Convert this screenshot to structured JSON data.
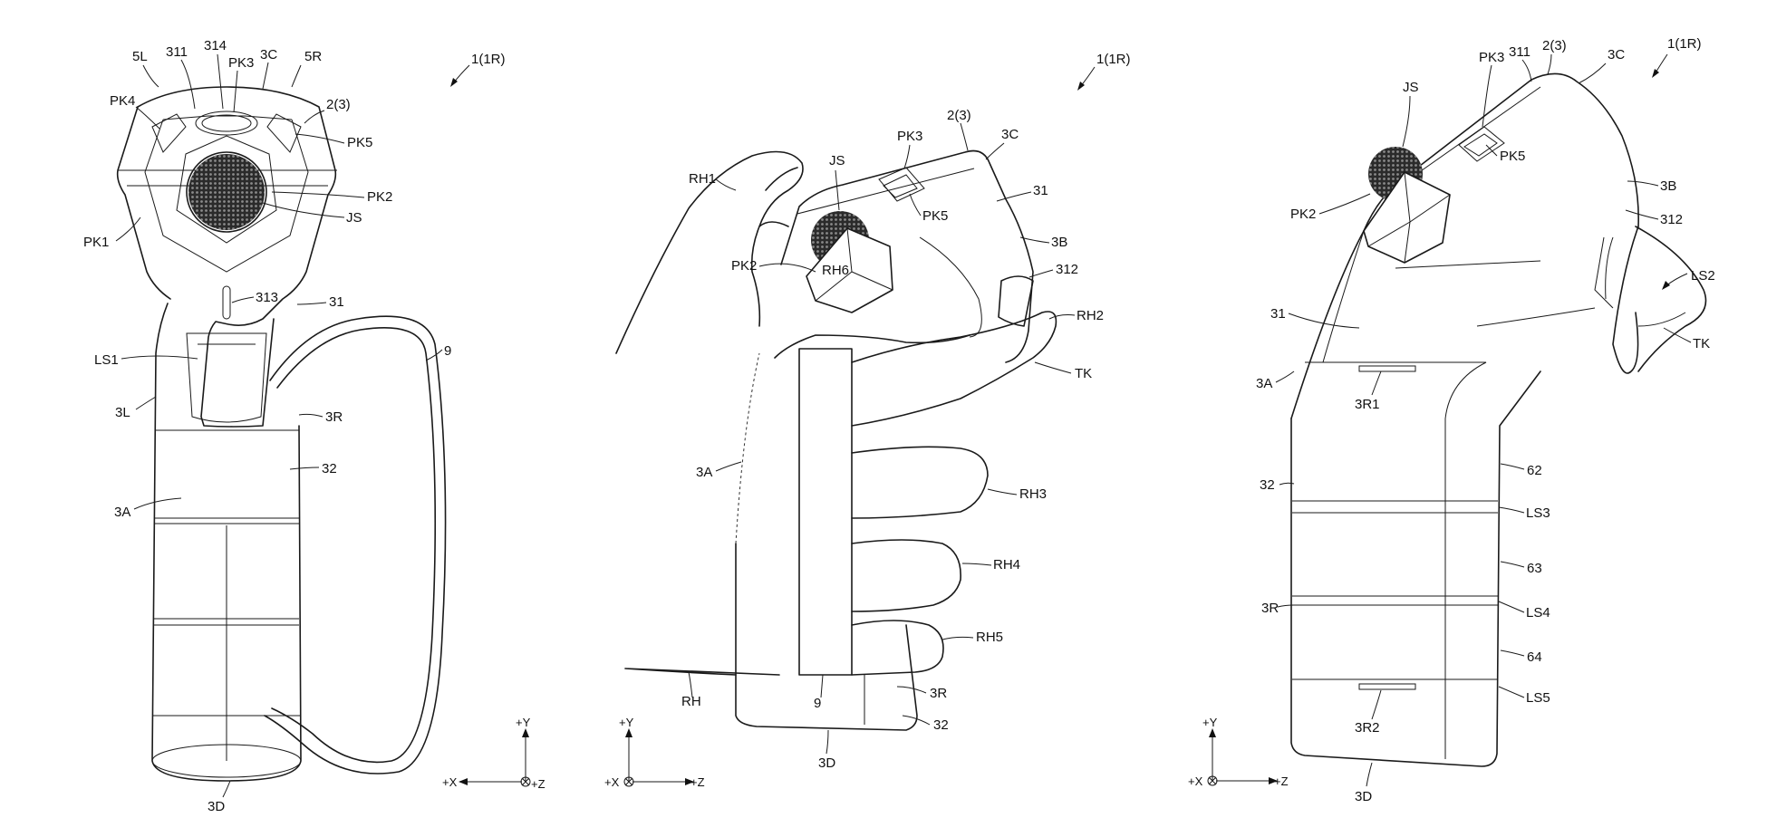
{
  "figures": [
    {
      "ref": "1(1R)",
      "labels": {
        "5L": "5L",
        "311": "311",
        "314": "314",
        "PK3": "PK3",
        "3C": "3C",
        "5R": "5R",
        "PK4": "PK4",
        "2_3": "2(3)",
        "PK5": "PK5",
        "PK2": "PK2",
        "JS": "JS",
        "PK1": "PK1",
        "313": "313",
        "31": "31",
        "LS1": "LS1",
        "9": "9",
        "3L": "3L",
        "3R": "3R",
        "32": "32",
        "3A": "3A",
        "3D": "3D"
      },
      "axes": {
        "y": "+Y",
        "x": "+X",
        "z": "+Z"
      }
    },
    {
      "ref": "1(1R)",
      "labels": {
        "2_3": "2(3)",
        "PK3": "PK3",
        "3C": "3C",
        "RH1": "RH1",
        "JS": "JS",
        "31": "31",
        "PK5": "PK5",
        "3B": "3B",
        "PK2": "PK2",
        "RH6": "RH6",
        "312": "312",
        "RH2": "RH2",
        "TK": "TK",
        "3A": "3A",
        "RH3": "RH3",
        "RH4": "RH4",
        "RH5": "RH5",
        "RH": "RH",
        "9": "9",
        "3R": "3R",
        "32": "32",
        "3D": "3D"
      },
      "axes": {
        "y": "+Y",
        "x": "+X",
        "z": "+Z"
      }
    },
    {
      "ref": "1(1R)",
      "labels": {
        "PK3": "PK3",
        "311": "311",
        "2_3": "2(3)",
        "3C": "3C",
        "JS": "JS",
        "PK5": "PK5",
        "3B": "3B",
        "PK2": "PK2",
        "312": "312",
        "LS2": "LS2",
        "31": "31",
        "TK": "TK",
        "3A": "3A",
        "3R1": "3R1",
        "32": "32",
        "62": "62",
        "LS3": "LS3",
        "63": "63",
        "3R": "3R",
        "LS4": "LS4",
        "64": "64",
        "LS5": "LS5",
        "3R2": "3R2",
        "3D": "3D"
      },
      "axes": {
        "y": "+Y",
        "x": "+X",
        "z": "+Z"
      }
    }
  ]
}
